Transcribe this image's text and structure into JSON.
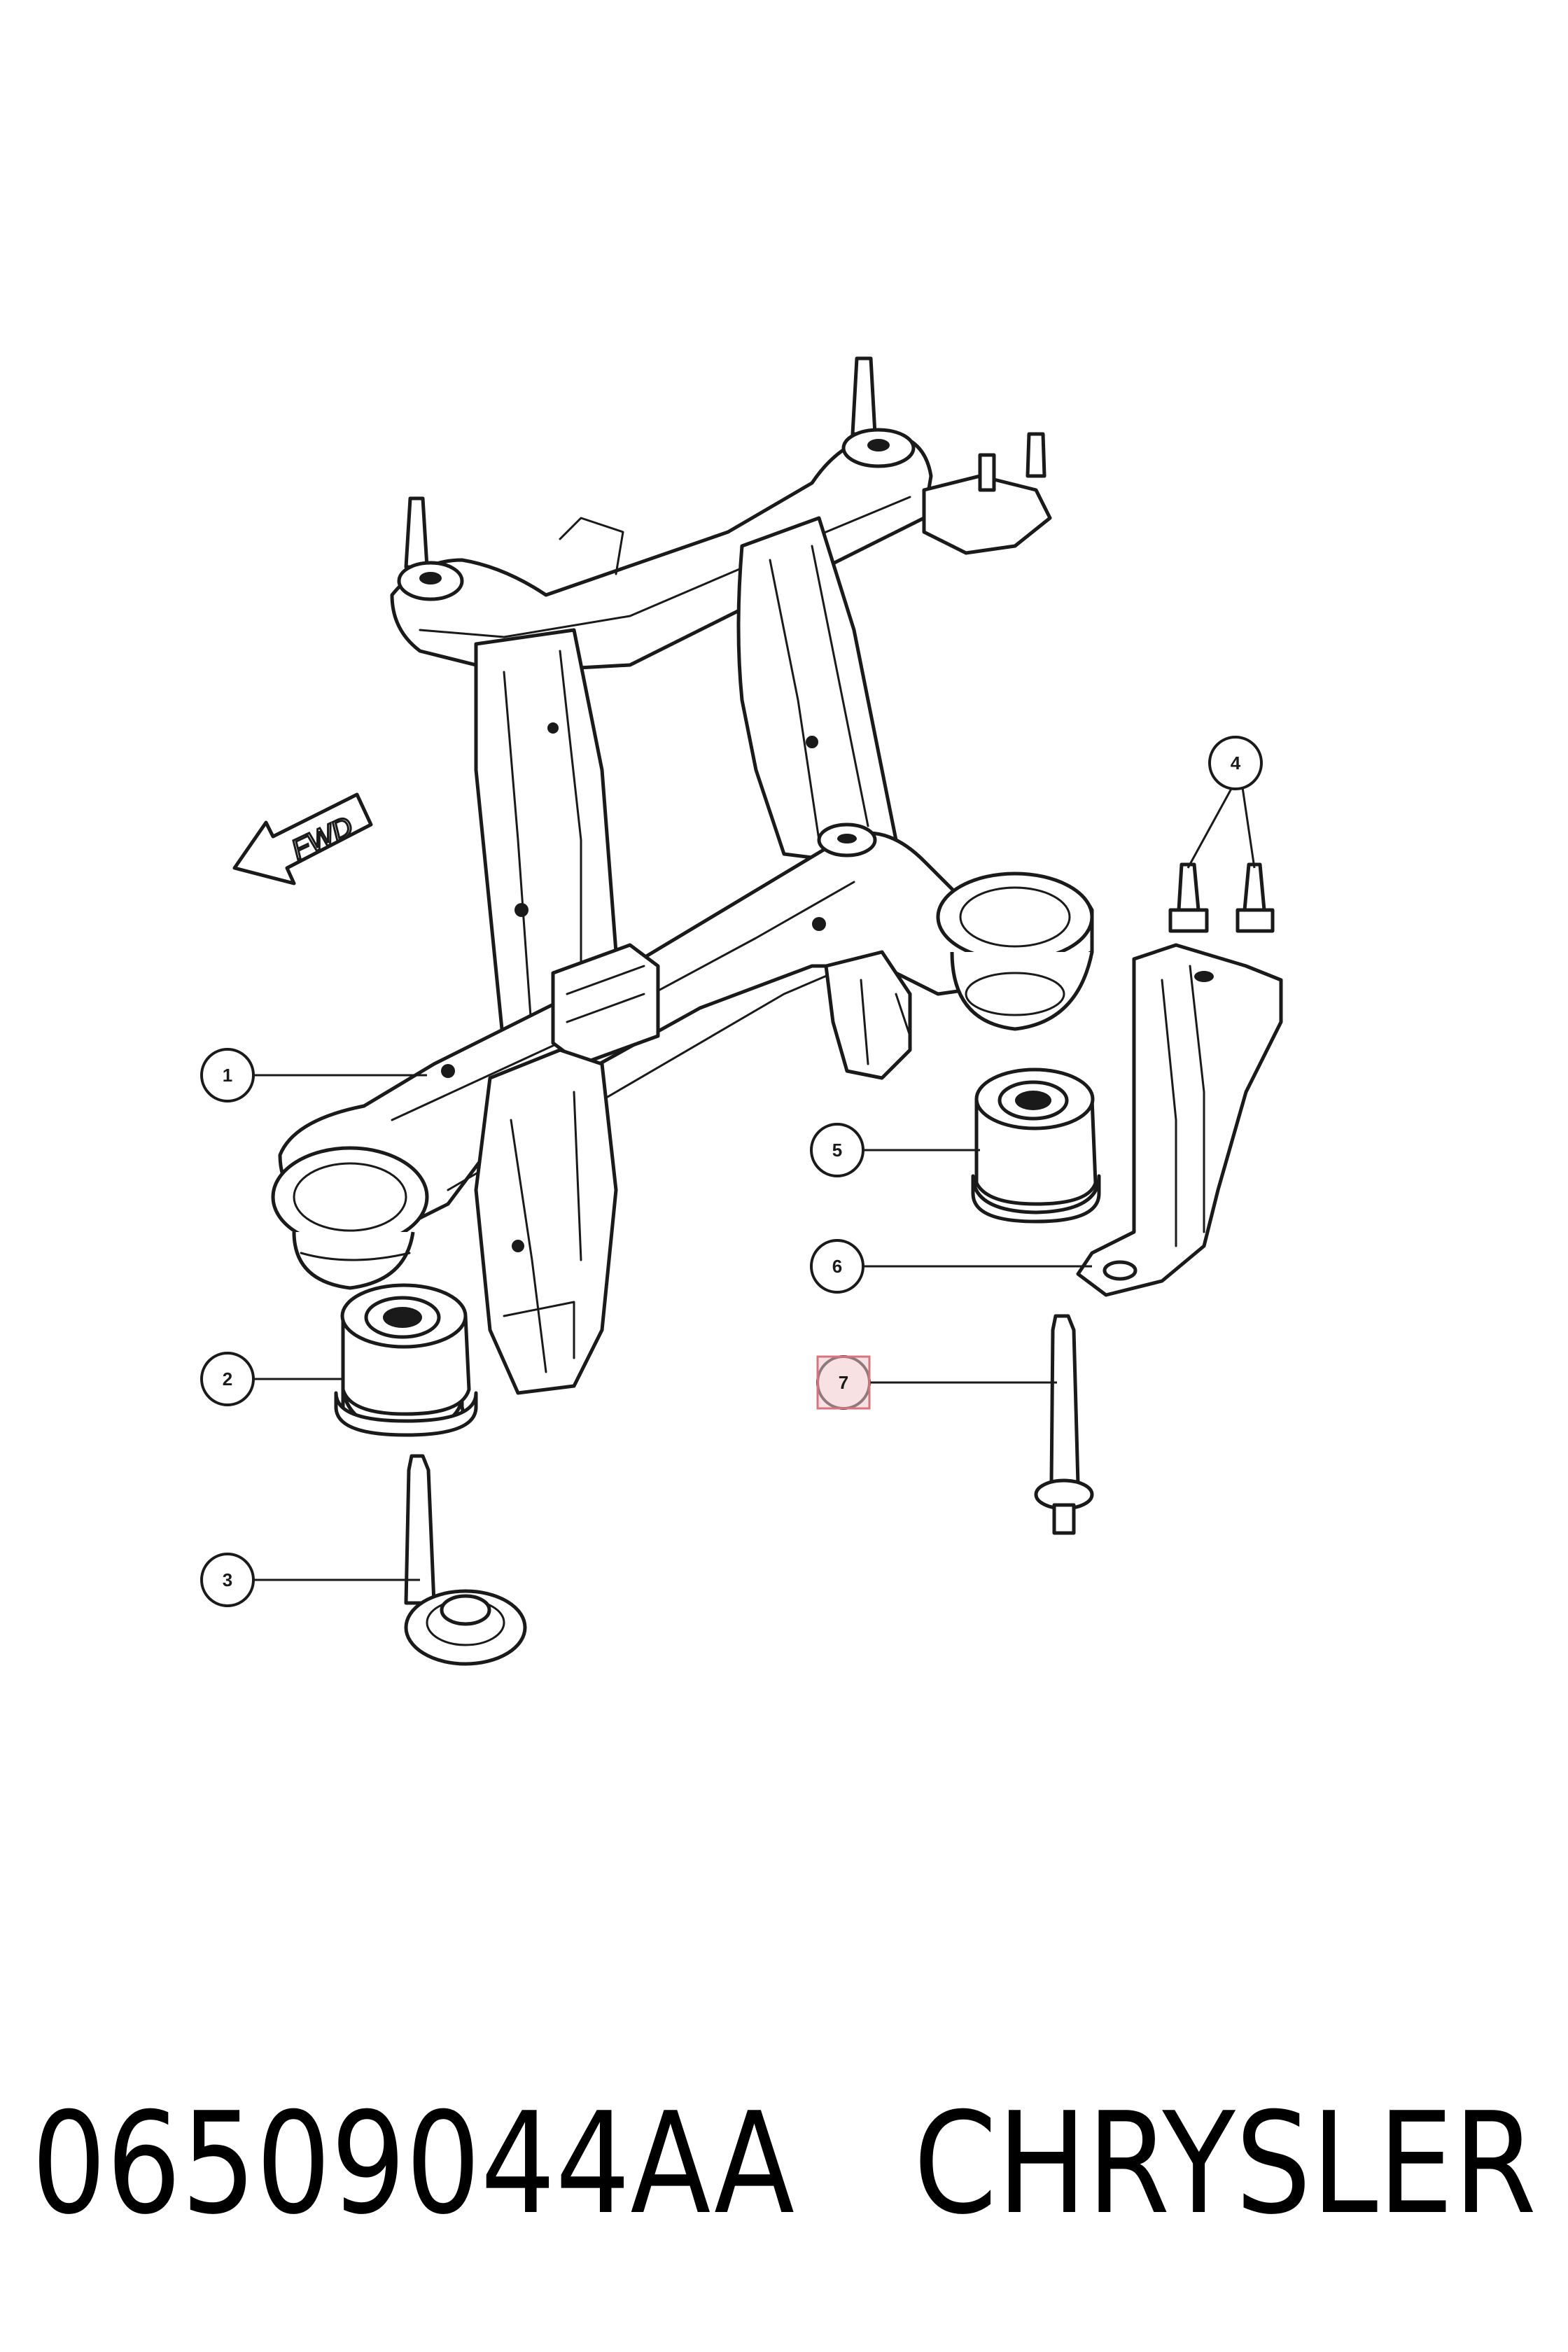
{
  "diagram": {
    "fwd_label": "FWD",
    "callouts": [
      {
        "id": "callout-1",
        "label": "1"
      },
      {
        "id": "callout-2",
        "label": "2"
      },
      {
        "id": "callout-3",
        "label": "3"
      },
      {
        "id": "callout-4",
        "label": "4"
      },
      {
        "id": "callout-5",
        "label": "5"
      },
      {
        "id": "callout-6",
        "label": "6"
      },
      {
        "id": "callout-7",
        "label": "7",
        "highlighted": true
      }
    ],
    "highlight_color": "#f3c9cc"
  },
  "footer": {
    "part_number": "06509044AA",
    "brand": "CHRYSLER"
  }
}
